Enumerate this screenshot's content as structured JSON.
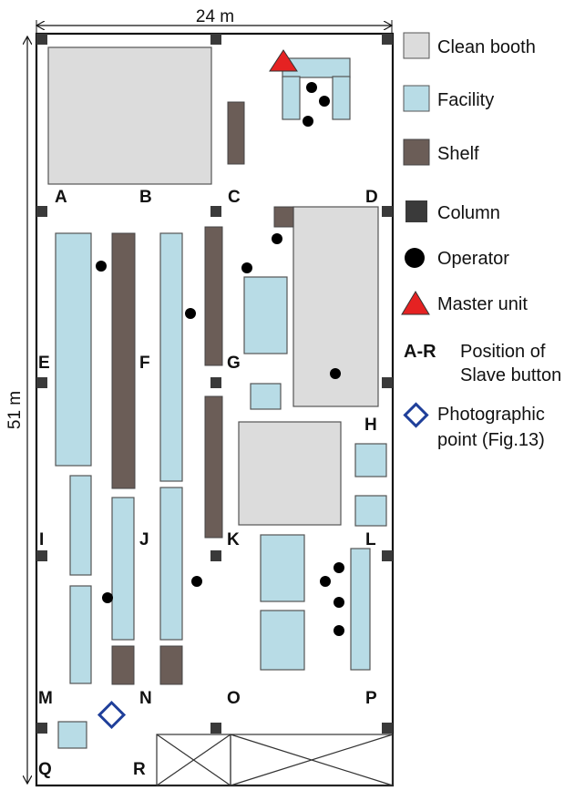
{
  "dimensions": {
    "width": "24 m",
    "height": "51 m"
  },
  "colors": {
    "clean_booth": "#dcdcdc",
    "facility": "#b8dce6",
    "shelf": "#6b5d57",
    "column": "#3a3a3a",
    "operator": "#000000",
    "master_unit": "#e52222",
    "photo_point": "#1f3f9a"
  },
  "positions": [
    "A",
    "B",
    "C",
    "D",
    "E",
    "F",
    "G",
    "H",
    "I",
    "J",
    "K",
    "L",
    "M",
    "N",
    "O",
    "P",
    "Q",
    "R"
  ],
  "legend": {
    "clean_booth": "Clean booth",
    "facility": "Facility",
    "shelf": "Shelf",
    "column": "Column",
    "operator": "Operator",
    "master_unit": "Master unit",
    "slave_key": "A-R",
    "slave_line1": "Position of",
    "slave_line2": "Slave button",
    "photo_line1": "Photographic",
    "photo_line2": "point (Fig.13)"
  },
  "icons": {
    "column": "square-icon",
    "operator": "circle-icon",
    "master_unit": "triangle-icon",
    "photo_point": "diamond-icon"
  }
}
